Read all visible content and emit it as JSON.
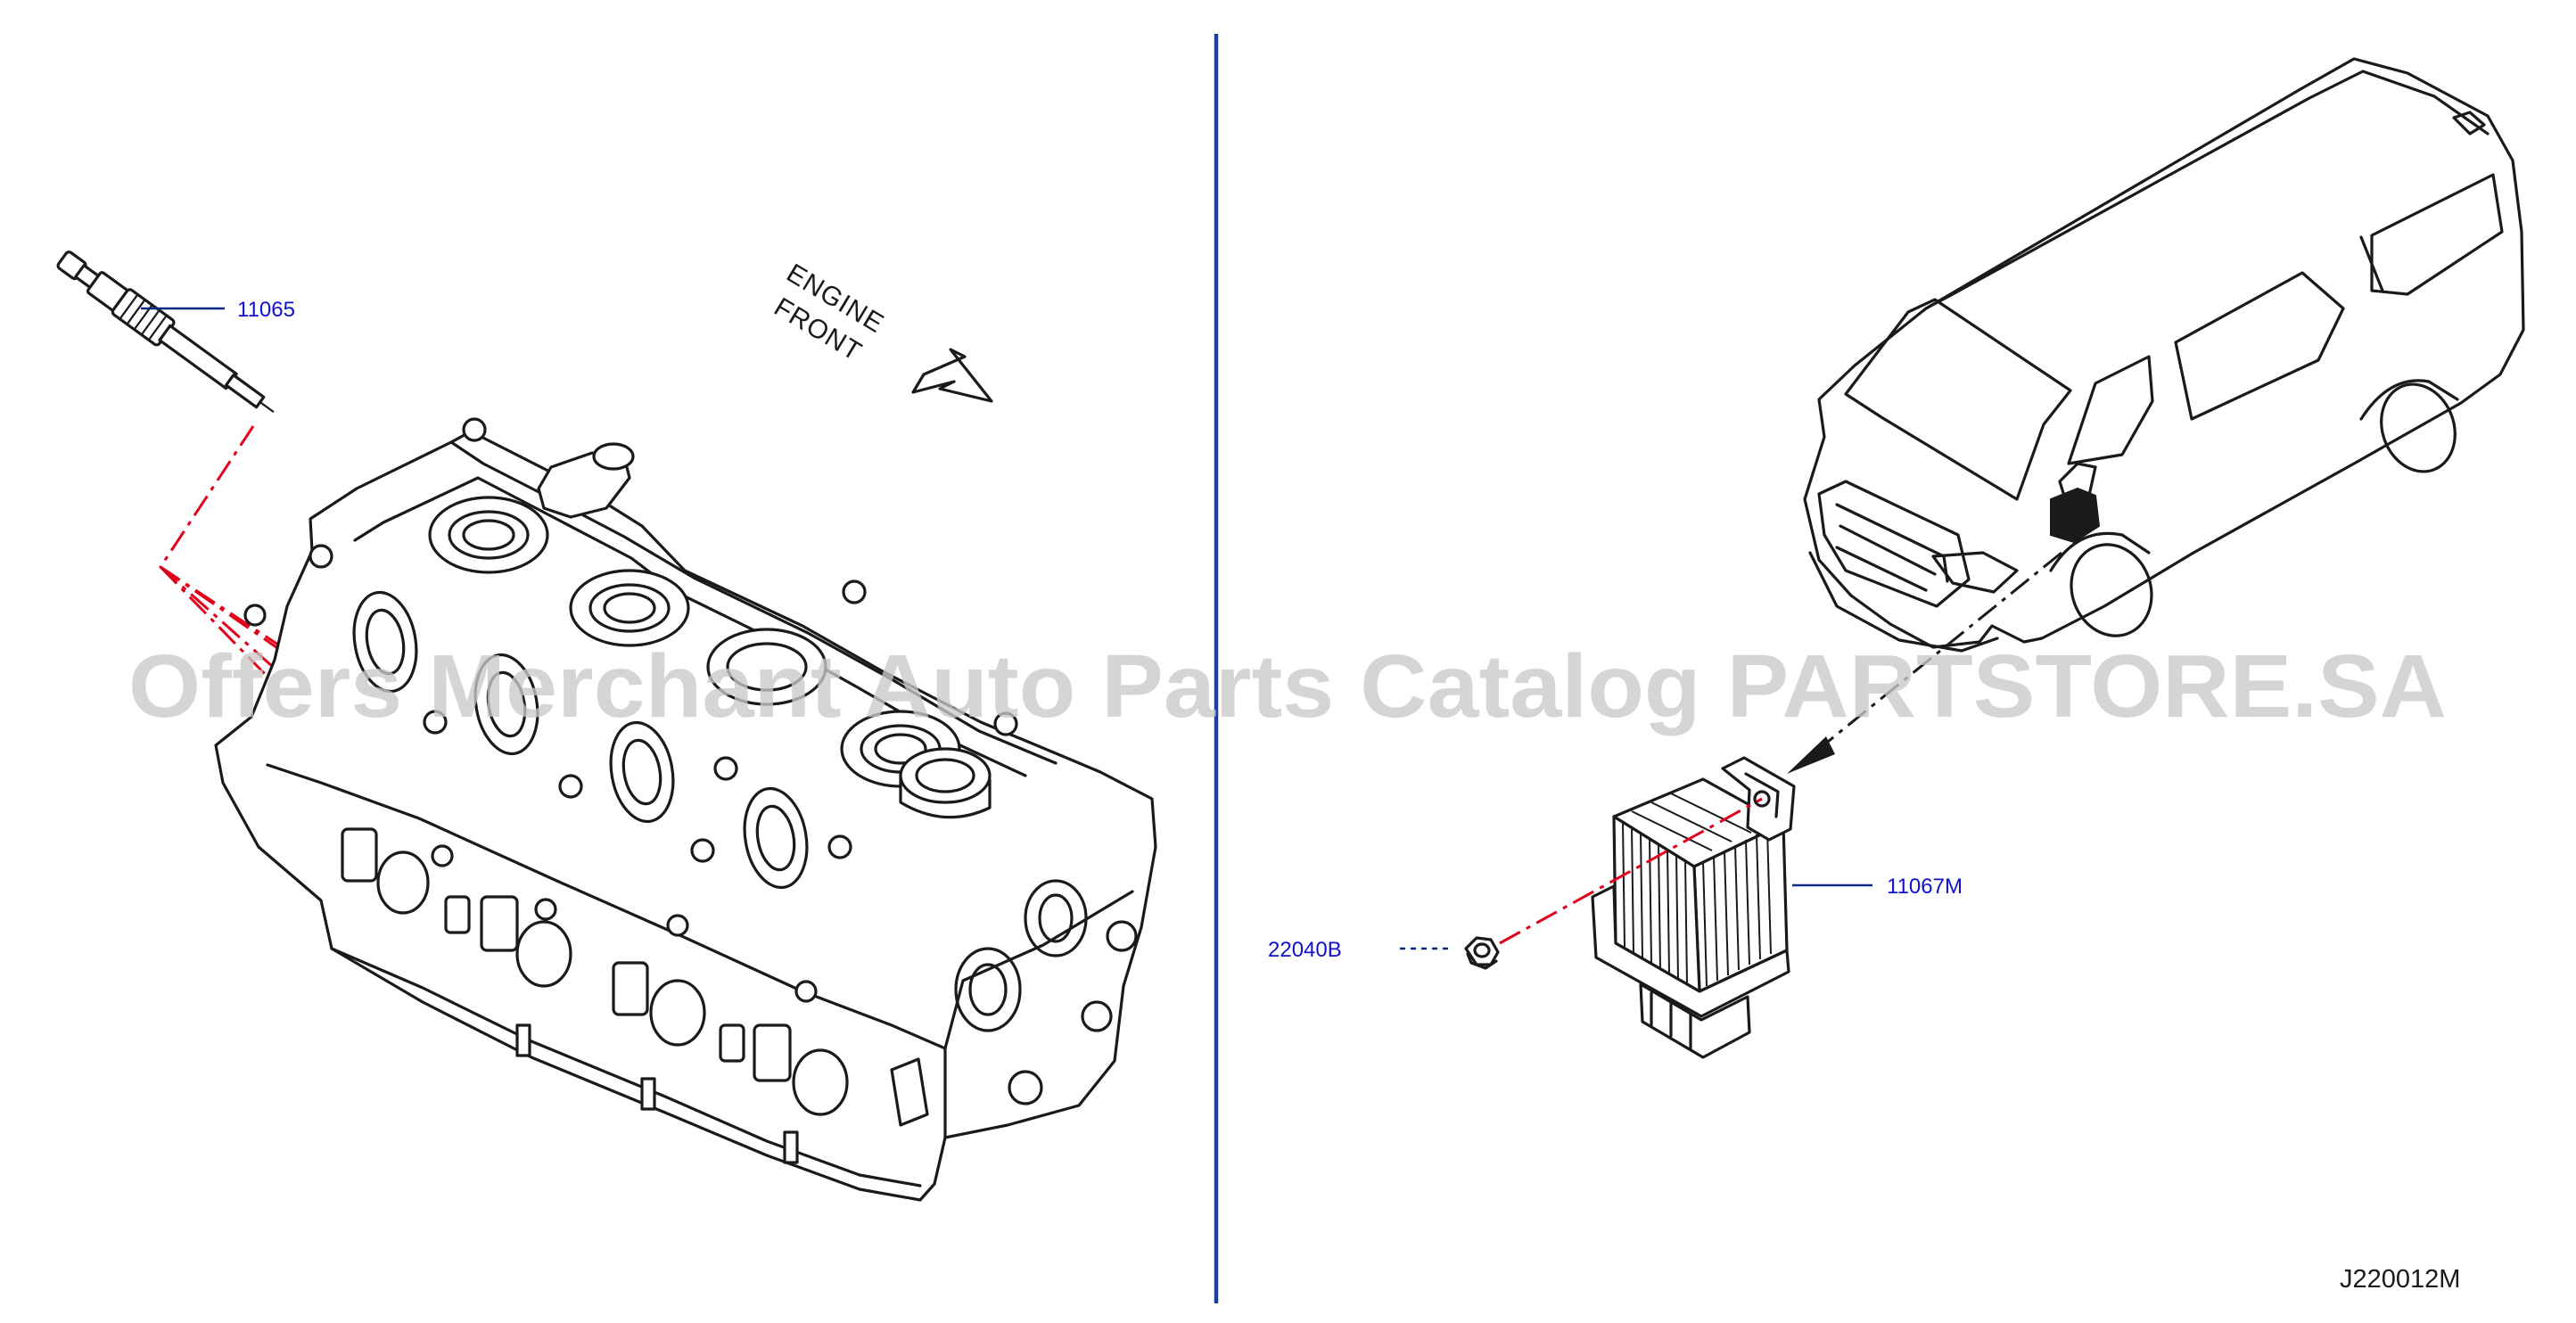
{
  "callouts": {
    "glow_plug": "11065",
    "controller": "11067M",
    "nut": "22040B"
  },
  "direction_label": {
    "line1": "ENGINE",
    "line2": "FRONT"
  },
  "diagram_code": "J220012M",
  "watermark": "Offers Merchant Auto Parts Catalog PARTSTORE.SA",
  "colors": {
    "callout_text": "#1010d0",
    "divider": "#1c3f9a",
    "centerline_red": "#e0001a",
    "watermark": "#c9c9c9"
  }
}
